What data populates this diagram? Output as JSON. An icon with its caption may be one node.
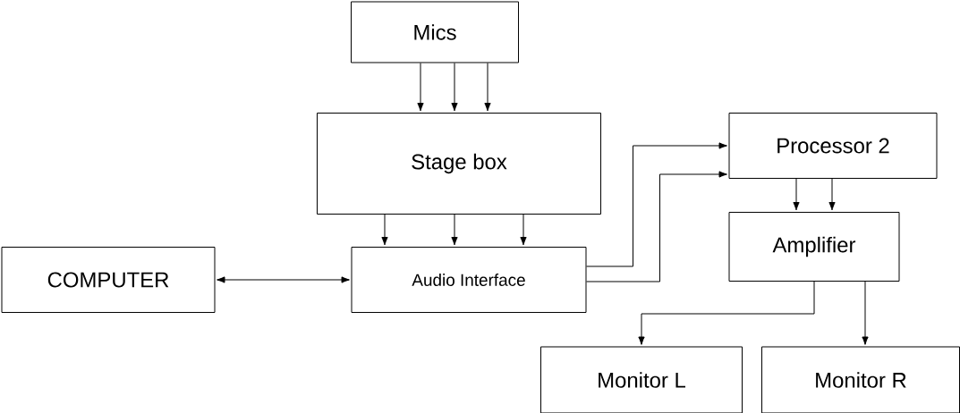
{
  "diagram": {
    "nodes": [
      {
        "text": [
          "Mics"
        ]
      },
      {
        "text": [
          "Stage box"
        ]
      },
      {
        "text": [
          "Processor 2"
        ]
      },
      {
        "text": [
          "Amplifier"
        ]
      },
      {
        "text": [
          "COMPUTER"
        ]
      },
      {
        "text": [
          "Audio Interface"
        ]
      },
      {
        "text": [
          "Monitor L"
        ]
      },
      {
        "text": [
          "Monitor R"
        ]
      }
    ],
    "edges": [
      {
        "from": 0,
        "to": 1,
        "arrow": "to"
      },
      {
        "from": 0,
        "to": 1,
        "arrow": "to"
      },
      {
        "from": 0,
        "to": 1,
        "arrow": "to"
      },
      {
        "from": 1,
        "to": 5,
        "arrow": "to"
      },
      {
        "from": 1,
        "to": 5,
        "arrow": "to"
      },
      {
        "from": 1,
        "to": 5,
        "arrow": "to"
      },
      {
        "from": 4,
        "to": 5,
        "arrow": "both"
      },
      {
        "from": 5,
        "to": 2,
        "arrow": "to"
      },
      {
        "from": 5,
        "to": 2,
        "arrow": "to"
      },
      {
        "from": 2,
        "to": 3,
        "arrow": "to"
      },
      {
        "from": 2,
        "to": 3,
        "arrow": "to"
      },
      {
        "from": 3,
        "to": 6,
        "arrow": "to"
      },
      {
        "from": 3,
        "to": 7,
        "arrow": "to"
      }
    ]
  }
}
